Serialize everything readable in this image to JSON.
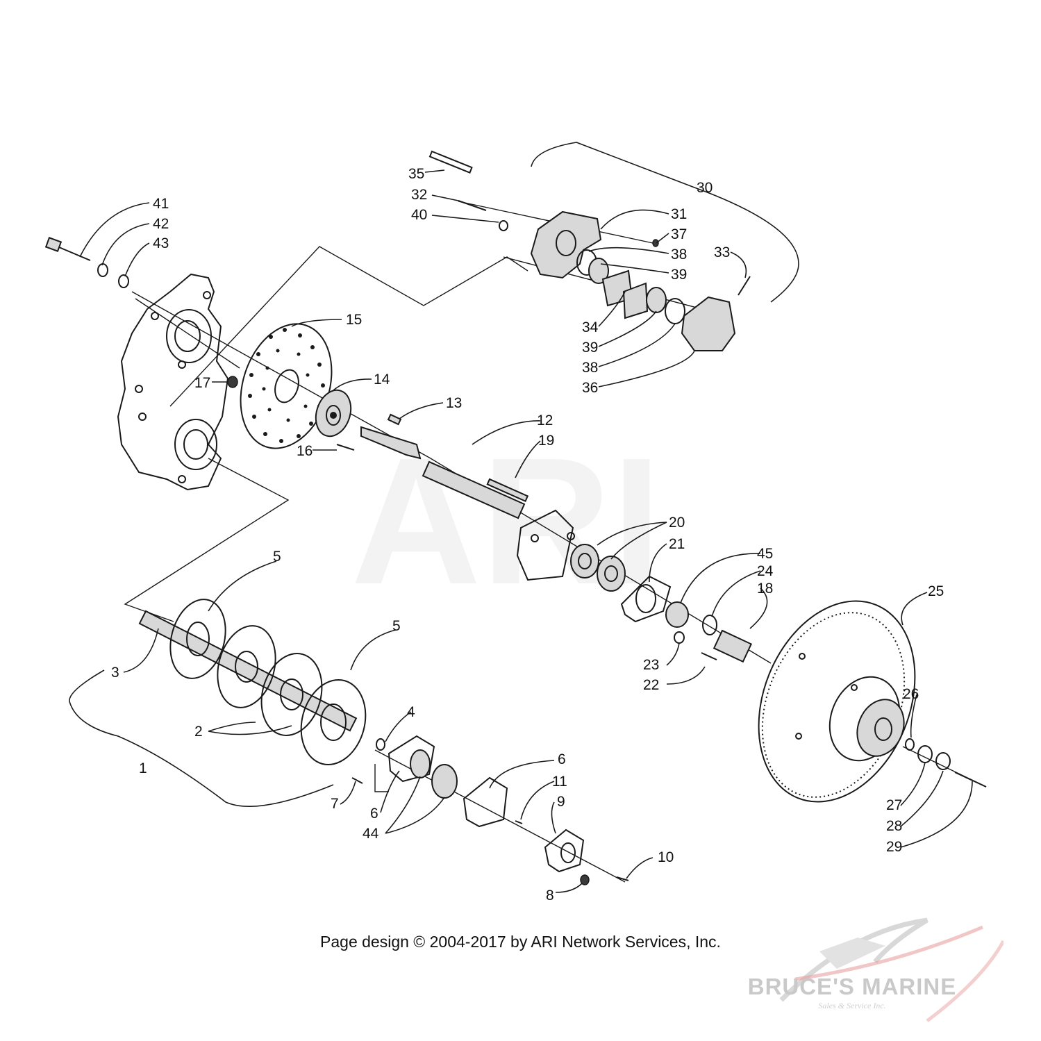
{
  "watermark": "ARI",
  "copyright": "Page design © 2004-2017 by ARI Network Services, Inc.",
  "brand": {
    "name": "BRUCE'S MARINE",
    "tagline": "Sales & Service Inc.",
    "accent_color": "#e8a0a0"
  },
  "callouts": {
    "c1": "1",
    "c2": "2",
    "c3": "3",
    "c4": "4",
    "c5a": "5",
    "c5b": "5",
    "c6a": "6",
    "c6b": "6",
    "c7": "7",
    "c8": "8",
    "c9": "9",
    "c10": "10",
    "c11": "11",
    "c12": "12",
    "c13": "13",
    "c14": "14",
    "c15": "15",
    "c16": "16",
    "c17": "17",
    "c18": "18",
    "c19": "19",
    "c20": "20",
    "c21": "21",
    "c22": "22",
    "c23": "23",
    "c24": "24",
    "c25": "25",
    "c26": "26",
    "c27": "27",
    "c28": "28",
    "c29": "29",
    "c30": "30",
    "c31": "31",
    "c32": "32",
    "c33": "33",
    "c34": "34",
    "c35": "35",
    "c36": "36",
    "c37": "37",
    "c38a": "38",
    "c38b": "38",
    "c39a": "39",
    "c39b": "39",
    "c40": "40",
    "c41": "41",
    "c42": "42",
    "c43": "43",
    "c44": "44",
    "c45": "45"
  }
}
